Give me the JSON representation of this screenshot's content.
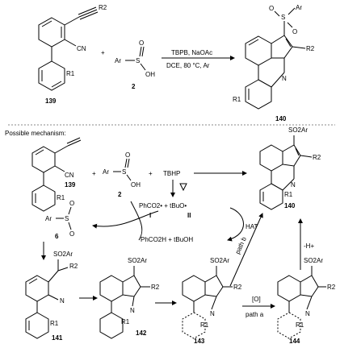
{
  "scheme": {
    "reaction": {
      "compound_labels": {
        "start": "139",
        "sulfinic": "2",
        "product": "140"
      },
      "reagents_line1": "TBPB, NaOAc",
      "reagents_line2": "DCE, 80 °C, Ar",
      "substituents": {
        "r1": "R1",
        "r2": "R2"
      },
      "groups": {
        "ar": "Ar",
        "cn": "CN",
        "oh": "OH",
        "s": "S",
        "o": "O",
        "n": "N"
      }
    },
    "mechanism": {
      "heading": "Possible mechanism:",
      "tbhp": "TBHP",
      "radicals": "PhCO2• + tBuO•",
      "radical_labels": {
        "I": "I",
        "II": "II"
      },
      "byproducts": "PhCO2H + tBuOH",
      "hat": "HAT",
      "path_a": "path a",
      "path_b": "path b",
      "oxidant": "[O]",
      "deprotonation": "-H+",
      "so2ar": "SO2Ar",
      "compound_labels": {
        "c139": "139",
        "c2": "2",
        "c6": "6",
        "c140": "140",
        "c141": "141",
        "c142": "142",
        "c143": "143",
        "c144": "144"
      }
    }
  }
}
